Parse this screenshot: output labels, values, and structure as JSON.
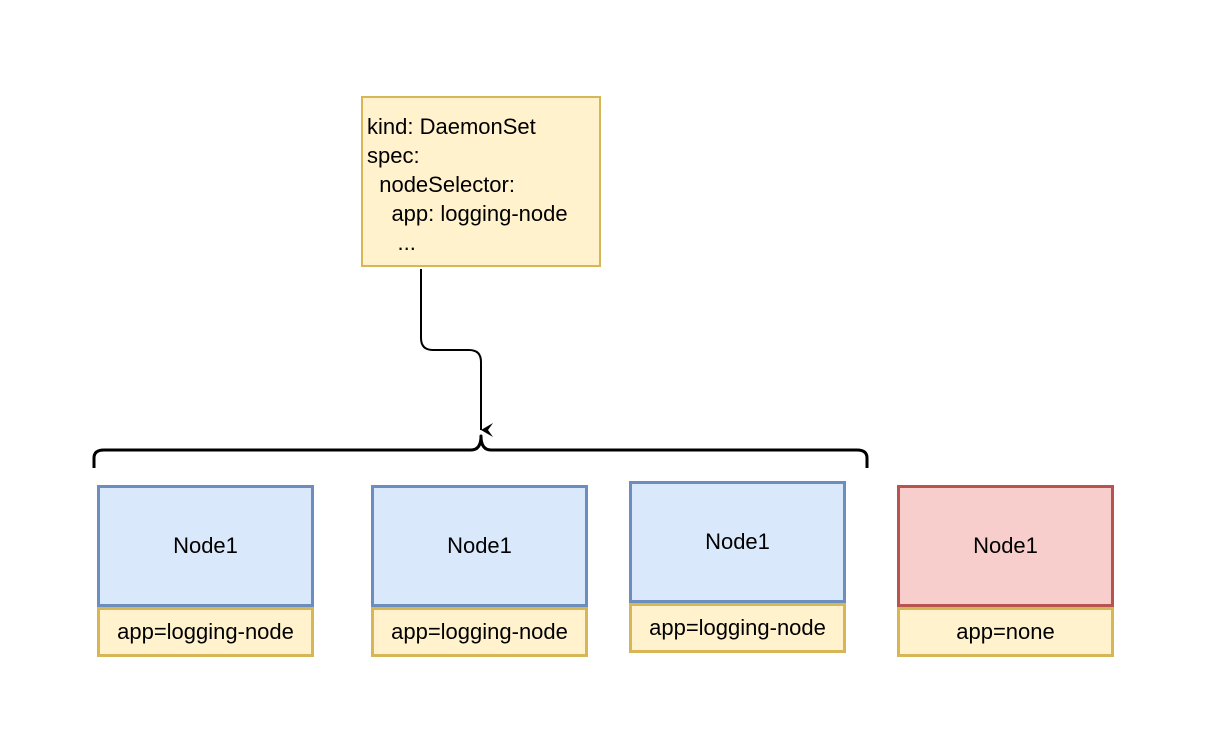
{
  "daemonset_spec": {
    "lines": [
      "kind: DaemonSet",
      "spec:",
      "  nodeSelector:",
      "    app: logging-node",
      "     ..."
    ]
  },
  "nodes": [
    {
      "name": "Node1",
      "label": "app=logging-node",
      "status": "selected"
    },
    {
      "name": "Node1",
      "label": "app=logging-node",
      "status": "selected"
    },
    {
      "name": "Node1",
      "label": "app=logging-node",
      "status": "selected"
    },
    {
      "name": "Node1",
      "label": "app=none",
      "status": "excluded"
    }
  ],
  "colors": {
    "yaml_fill": "#fff2cc",
    "yaml_stroke": "#d6b656",
    "selected_fill": "#dae8fc",
    "selected_stroke": "#6c8ebf",
    "excluded_fill": "#f8cecc",
    "excluded_stroke": "#b85450",
    "connector": "#000000"
  }
}
